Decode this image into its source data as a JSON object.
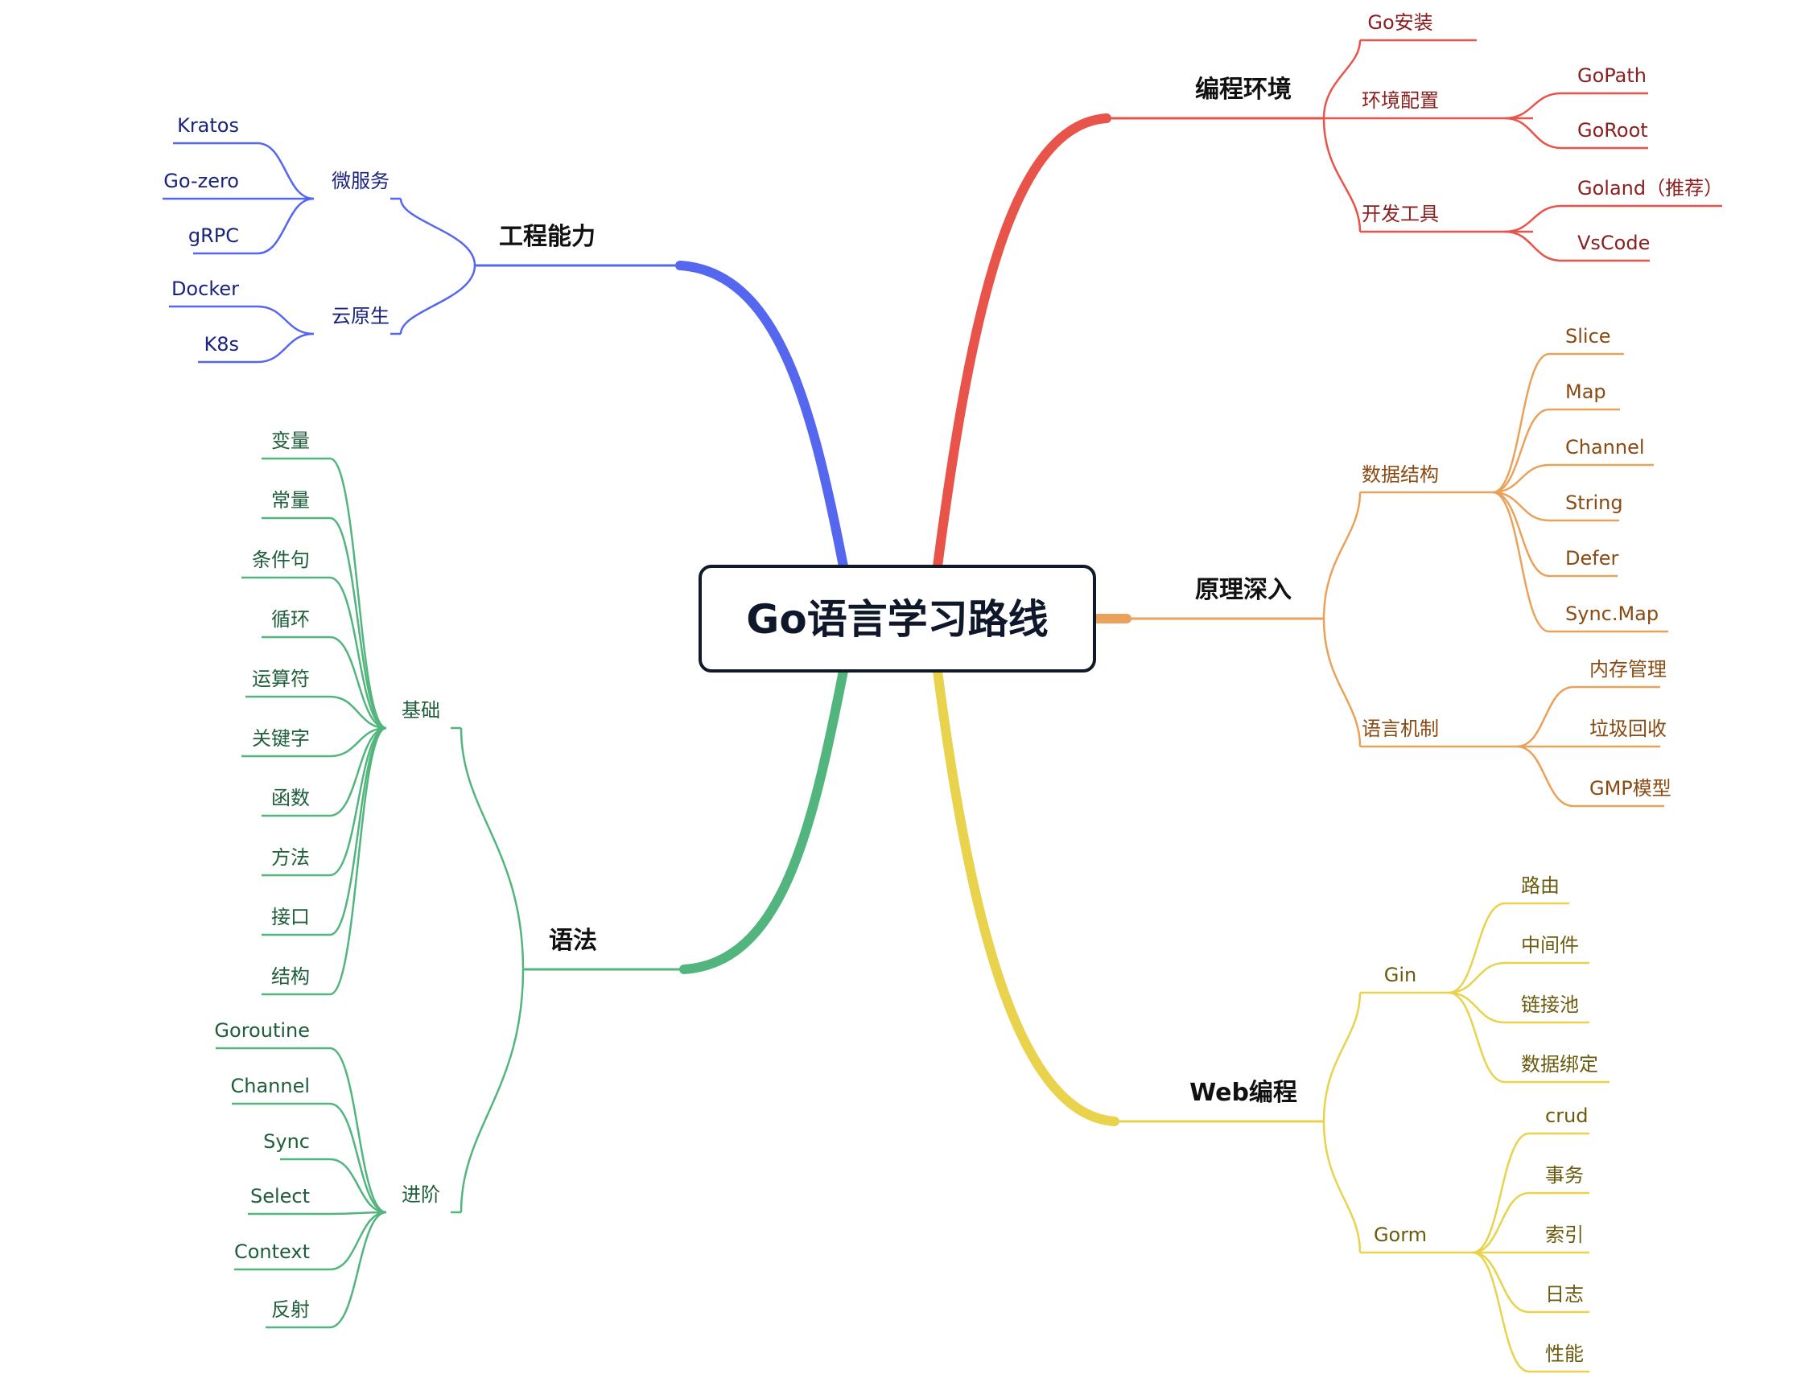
{
  "root": {
    "label": "Go语言学习路线"
  },
  "colors": {
    "red": "#E8534A",
    "orange": "#EAA25A",
    "yellow": "#E9D24C",
    "green": "#52B57E",
    "blue": "#5567EE",
    "text_red": "#8B1E1E",
    "text_orange": "#8A4A12",
    "text_yellow": "#6B5B0E",
    "text_green": "#1E5E3A",
    "text_blue": "#1A237E"
  },
  "branches": [
    {
      "label": "编程环境",
      "color": "red",
      "children": [
        {
          "label": "Go安装",
          "children": []
        },
        {
          "label": "环境配置",
          "children": [
            {
              "label": "GoPath"
            },
            {
              "label": "GoRoot"
            }
          ]
        },
        {
          "label": "开发工具",
          "children": [
            {
              "label": "Goland（推荐）"
            },
            {
              "label": "VsCode"
            }
          ]
        }
      ]
    },
    {
      "label": "原理深入",
      "color": "orange",
      "children": [
        {
          "label": "数据结构",
          "children": [
            {
              "label": "Slice"
            },
            {
              "label": "Map"
            },
            {
              "label": "Channel"
            },
            {
              "label": "String"
            },
            {
              "label": "Defer"
            },
            {
              "label": "Sync.Map"
            }
          ]
        },
        {
          "label": "语言机制",
          "children": [
            {
              "label": "内存管理"
            },
            {
              "label": "垃圾回收"
            },
            {
              "label": "GMP模型"
            }
          ]
        }
      ]
    },
    {
      "label": "Web编程",
      "color": "yellow",
      "children": [
        {
          "label": "Gin",
          "children": [
            {
              "label": "路由"
            },
            {
              "label": "中间件"
            },
            {
              "label": "链接池"
            },
            {
              "label": "数据绑定"
            }
          ]
        },
        {
          "label": "Gorm",
          "children": [
            {
              "label": "crud"
            },
            {
              "label": "事务"
            },
            {
              "label": "索引"
            },
            {
              "label": "日志"
            },
            {
              "label": "性能"
            }
          ]
        }
      ]
    },
    {
      "label": "工程能力",
      "color": "blue",
      "children": [
        {
          "label": "微服务",
          "children": [
            {
              "label": "Kratos"
            },
            {
              "label": "Go-zero"
            },
            {
              "label": "gRPC"
            }
          ]
        },
        {
          "label": "云原生",
          "children": [
            {
              "label": "Docker"
            },
            {
              "label": "K8s"
            }
          ]
        }
      ]
    },
    {
      "label": "语法",
      "color": "green",
      "children": [
        {
          "label": "基础",
          "children": [
            {
              "label": "变量"
            },
            {
              "label": "常量"
            },
            {
              "label": "条件句"
            },
            {
              "label": "循环"
            },
            {
              "label": "运算符"
            },
            {
              "label": "关键字"
            },
            {
              "label": "函数"
            },
            {
              "label": "方法"
            },
            {
              "label": "接口"
            },
            {
              "label": "结构"
            }
          ]
        },
        {
          "label": "进阶",
          "children": [
            {
              "label": "Goroutine"
            },
            {
              "label": "Channel"
            },
            {
              "label": "Sync"
            },
            {
              "label": "Select"
            },
            {
              "label": "Context"
            },
            {
              "label": "反射"
            }
          ]
        }
      ]
    }
  ]
}
